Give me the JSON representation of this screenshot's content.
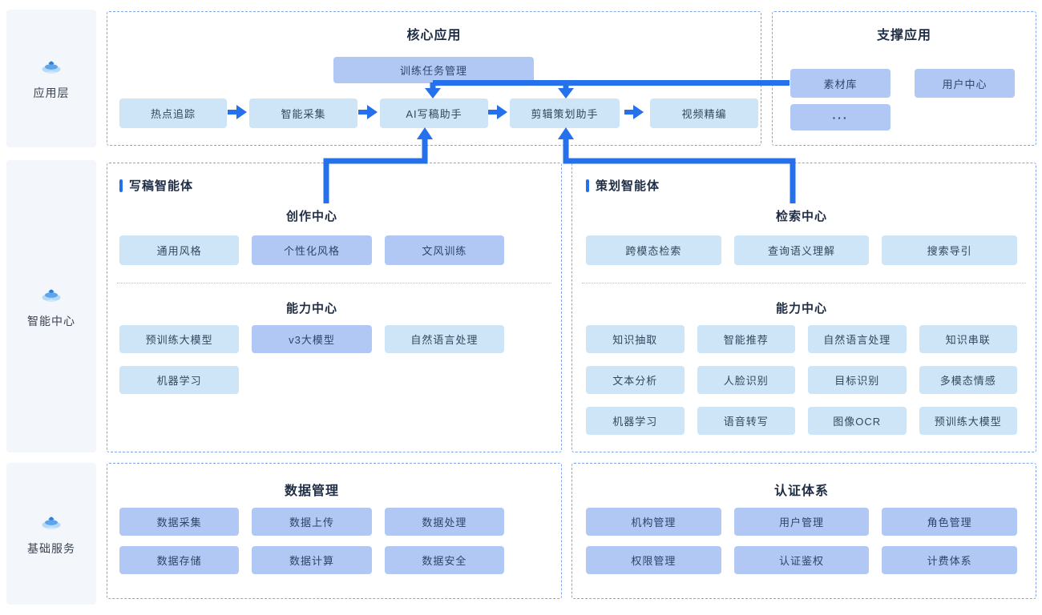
{
  "colors": {
    "accent_blue": "#2570EB",
    "chip_cyan": "#CDE5F6",
    "chip_periwinkle": "#B1C8F5",
    "panel_dashed_border": "#7FA6E9",
    "sidebar_bg": "#F3F6FA",
    "title_text": "#1F2D45"
  },
  "sidebar": [
    {
      "label": "应用层",
      "icon": "application-layer-icon"
    },
    {
      "label": "智能中心",
      "icon": "intelligence-center-icon"
    },
    {
      "label": "基础服务",
      "icon": "basic-services-icon"
    }
  ],
  "core": {
    "title": "核心应用",
    "training": "训练任务管理",
    "flow": [
      "热点追踪",
      "智能采集",
      "AI写稿助手",
      "剪辑策划助手",
      "视频精编"
    ]
  },
  "support": {
    "title": "支撑应用",
    "items": [
      "素材库",
      "用户中心",
      "···"
    ]
  },
  "writing_agent": {
    "header": "写稿智能体",
    "creation": {
      "title": "创作中心",
      "items": [
        "通用风格",
        "个性化风格",
        "文风训练"
      ]
    },
    "capability": {
      "title": "能力中心",
      "items": [
        "预训练大模型",
        "v3大模型",
        "自然语言处理",
        "机器学习"
      ]
    }
  },
  "planning_agent": {
    "header": "策划智能体",
    "retrieval": {
      "title": "检索中心",
      "items": [
        "跨模态检索",
        "查询语义理解",
        "搜索导引"
      ]
    },
    "capability": {
      "title": "能力中心",
      "items": [
        "知识抽取",
        "智能推荐",
        "自然语言处理",
        "知识串联",
        "文本分析",
        "人脸识别",
        "目标识别",
        "多模态情感",
        "机器学习",
        "语音转写",
        "图像OCR",
        "预训练大模型"
      ]
    }
  },
  "data_mgmt": {
    "title": "数据管理",
    "items": [
      "数据采集",
      "数据上传",
      "数据处理",
      "数据存储",
      "数据计算",
      "数据安全"
    ]
  },
  "auth": {
    "title": "认证体系",
    "items": [
      "机构管理",
      "用户管理",
      "角色管理",
      "权限管理",
      "认证鉴权",
      "计费体系"
    ]
  },
  "connections": [
    {
      "from": "热点追踪",
      "to": "智能采集"
    },
    {
      "from": "智能采集",
      "to": "AI写稿助手"
    },
    {
      "from": "AI写稿助手",
      "to": "剪辑策划助手"
    },
    {
      "from": "剪辑策划助手",
      "to": "视频精编"
    },
    {
      "from": "训练任务管理",
      "to": "AI写稿助手"
    },
    {
      "from": "素材库",
      "to": "AI写稿助手"
    },
    {
      "from": "素材库",
      "to": "剪辑策划助手"
    },
    {
      "from": "创作中心",
      "to": "AI写稿助手"
    },
    {
      "from": "检索中心",
      "to": "剪辑策划助手"
    }
  ]
}
